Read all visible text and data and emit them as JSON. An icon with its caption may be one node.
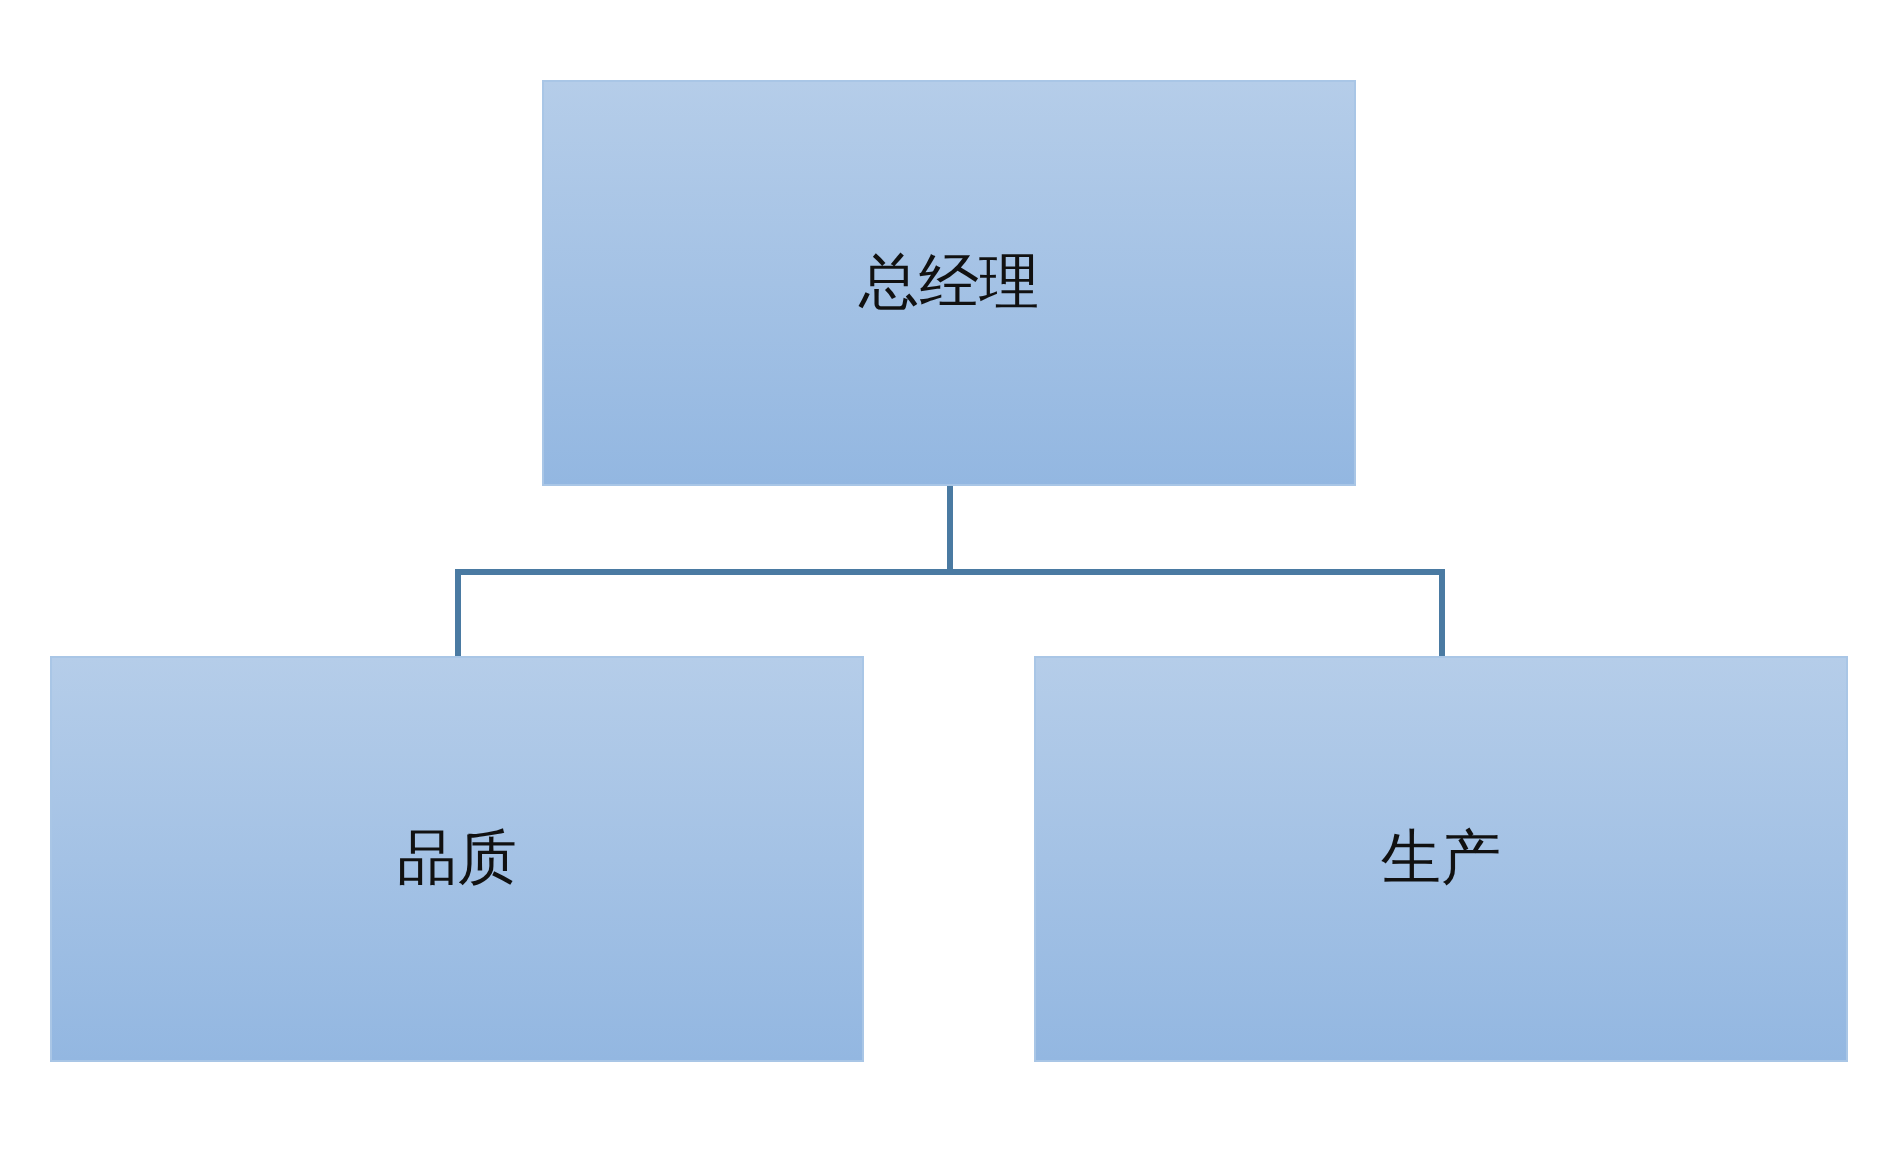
{
  "diagram": {
    "nodes": [
      {
        "text": [
          "总经理"
        ]
      },
      {
        "text": [
          "品质"
        ]
      },
      {
        "text": [
          "生产"
        ]
      }
    ],
    "edges": [
      {
        "from": 0,
        "to": 1,
        "arrow": "none"
      },
      {
        "from": 0,
        "to": 2,
        "arrow": "none"
      }
    ]
  }
}
